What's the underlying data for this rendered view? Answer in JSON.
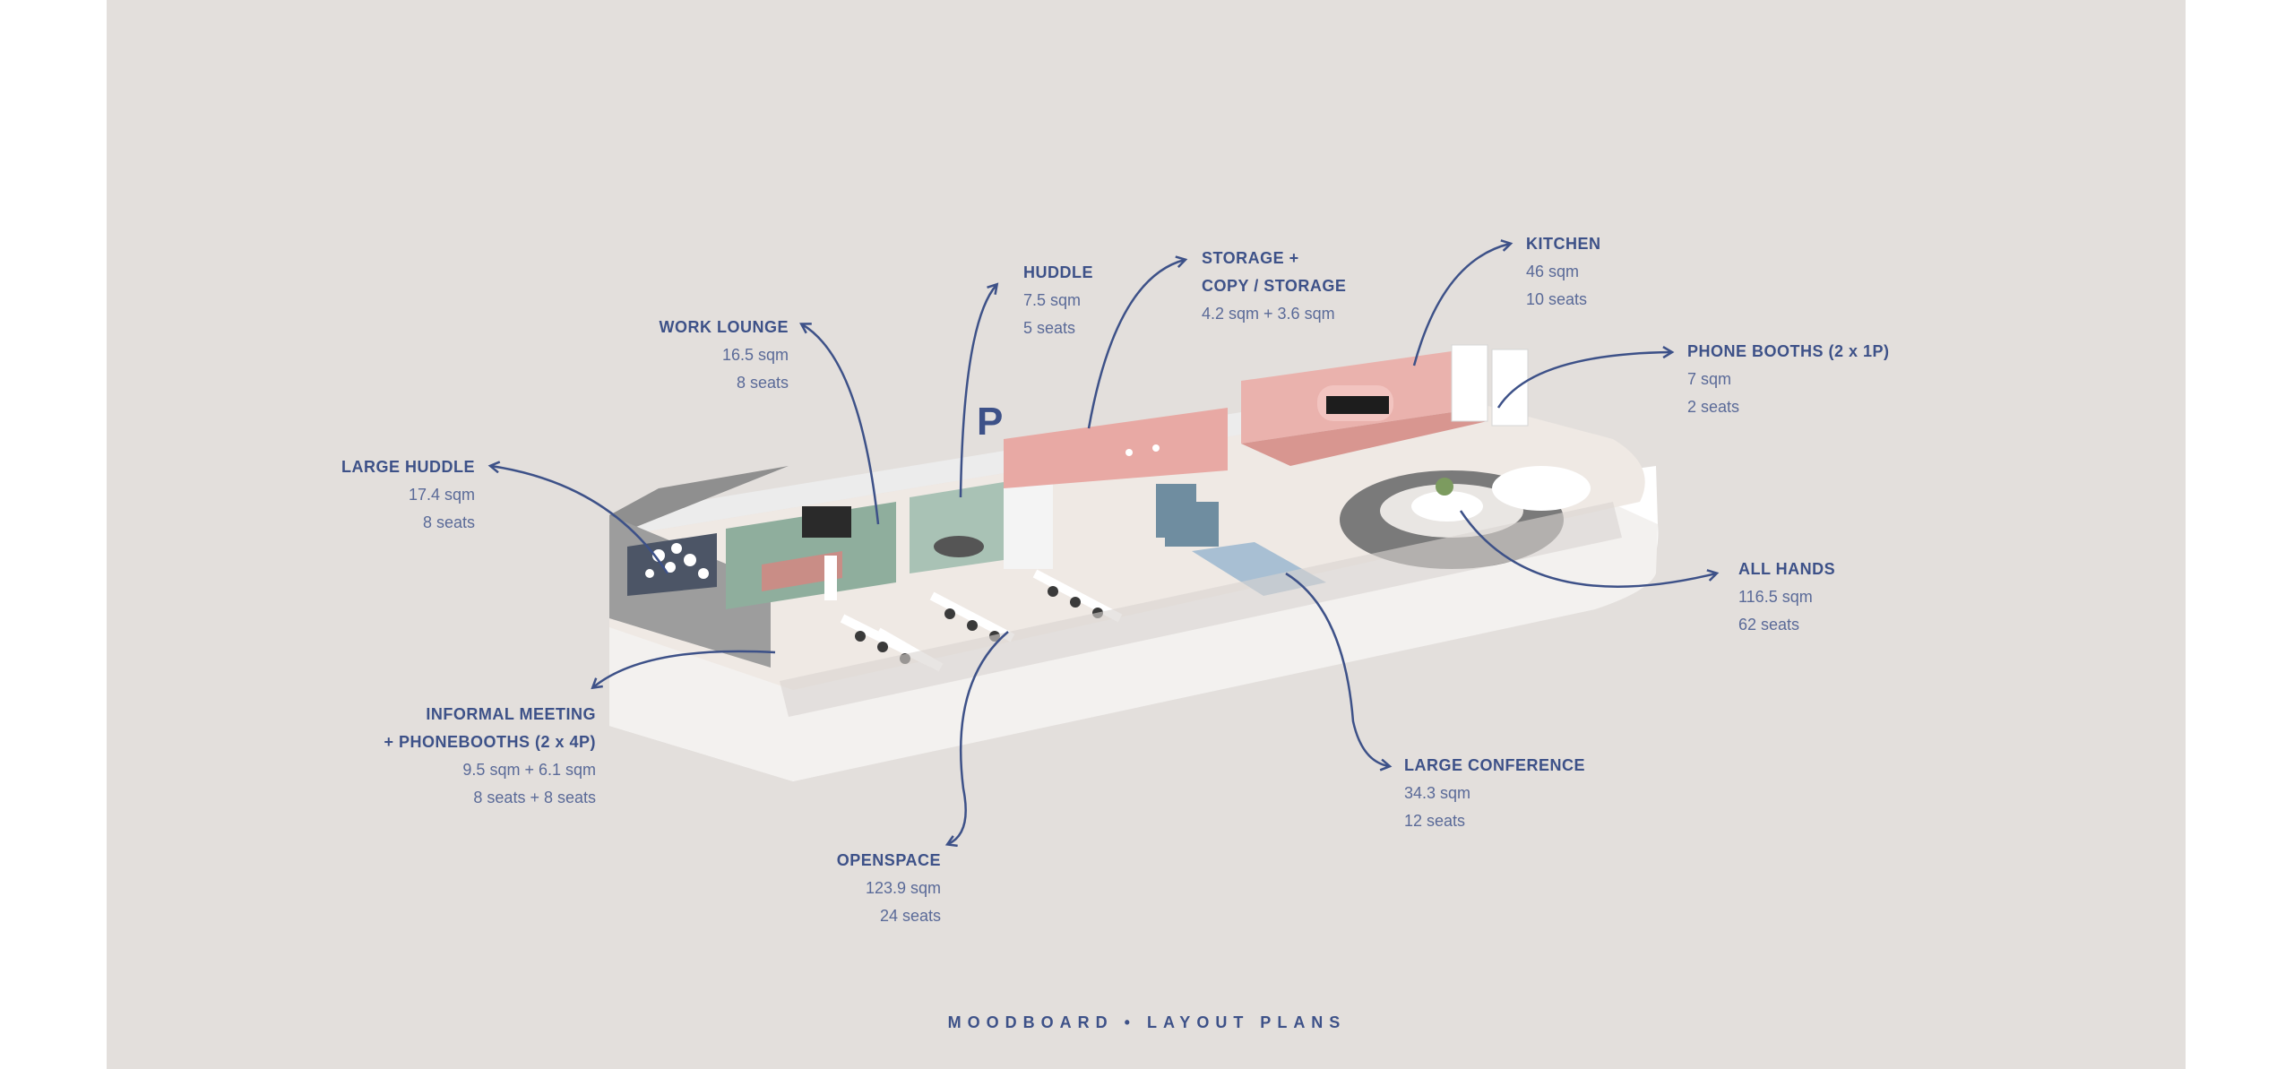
{
  "title": "MOODBOARD • LAYOUT PLANS",
  "logo_letter": "P",
  "areas": {
    "work_lounge": {
      "name": "WORK LOUNGE",
      "area": "16.5 sqm",
      "seats": "8 seats"
    },
    "huddle": {
      "name": "HUDDLE",
      "area": "7.5 sqm",
      "seats": "5 seats"
    },
    "storage": {
      "name_line1": "STORAGE +",
      "name_line2": "COPY / STORAGE",
      "area": "4.2 sqm + 3.6 sqm"
    },
    "kitchen": {
      "name": "KITCHEN",
      "area": "46 sqm",
      "seats": "10 seats"
    },
    "phone_booths": {
      "name": "PHONE BOOTHS (2 x 1P)",
      "area": "7 sqm",
      "seats": "2 seats"
    },
    "large_huddle": {
      "name": "LARGE HUDDLE",
      "area": "17.4 sqm",
      "seats": "8 seats"
    },
    "all_hands": {
      "name": "ALL HANDS",
      "area": "116.5 sqm",
      "seats": "62 seats"
    },
    "informal_meeting": {
      "name_line1": "INFORMAL MEETING",
      "name_line2": "+ PHONEBOOTHS (2 x 4P)",
      "area": "9.5 sqm + 6.1 sqm",
      "seats": "8 seats + 8 seats"
    },
    "large_conference": {
      "name": "LARGE CONFERENCE",
      "area": "34.3 sqm",
      "seats": "12 seats"
    },
    "openspace": {
      "name": "OPENSPACE",
      "area": "123.9 sqm",
      "seats": "24 seats"
    }
  },
  "colors": {
    "background": "#e3dfdc",
    "label": "#3d5188",
    "pink": "#e8a9a4",
    "green": "#8fae9d"
  }
}
